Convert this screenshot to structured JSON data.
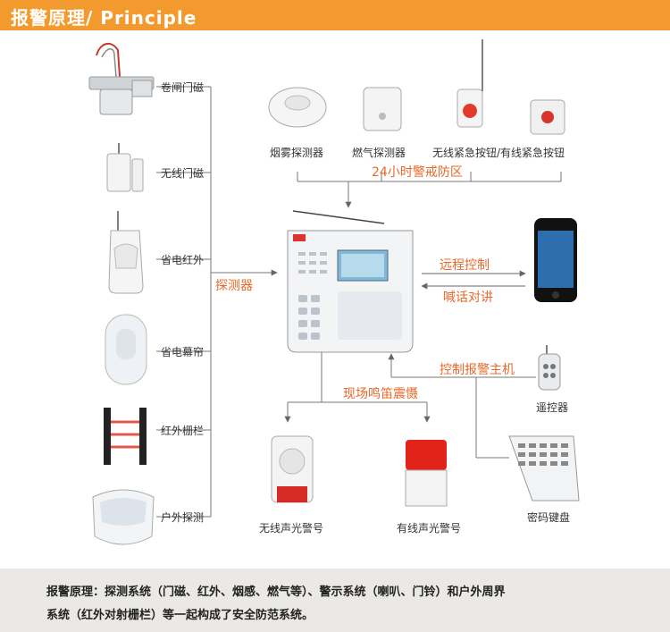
{
  "header": {
    "title": "报警原理",
    "slash": "/",
    "title_en": "Principle"
  },
  "detectors": [
    "卷闸门磁",
    "无线门磁",
    "省电红外",
    "省电幕帘",
    "红外栅栏",
    "户外探测"
  ],
  "detector_bus_label": "探测器",
  "top_devices": [
    "烟雾探测器",
    "燃气探测器",
    "无线紧急按钮/有线紧急按钮"
  ],
  "zone_label": "24小时警戒防区",
  "phone_links": {
    "remote_control": "远程控制",
    "intercom": "喊话对讲"
  },
  "control_label": "控制报警主机",
  "alarm_label": "现场鸣笛震慑",
  "outputs": {
    "remote": "遥控器",
    "keypad": "密码键盘",
    "wireless_siren": "无线声光警号",
    "wired_siren": "有线声光警号"
  },
  "footer": {
    "line1": "报警原理：探测系统（门磁、红外、烟感、燃气等）、警示系统（喇叭、门铃）和户外周界",
    "line2": "系统（红外对射栅栏）等一起构成了安全防范系统。"
  }
}
